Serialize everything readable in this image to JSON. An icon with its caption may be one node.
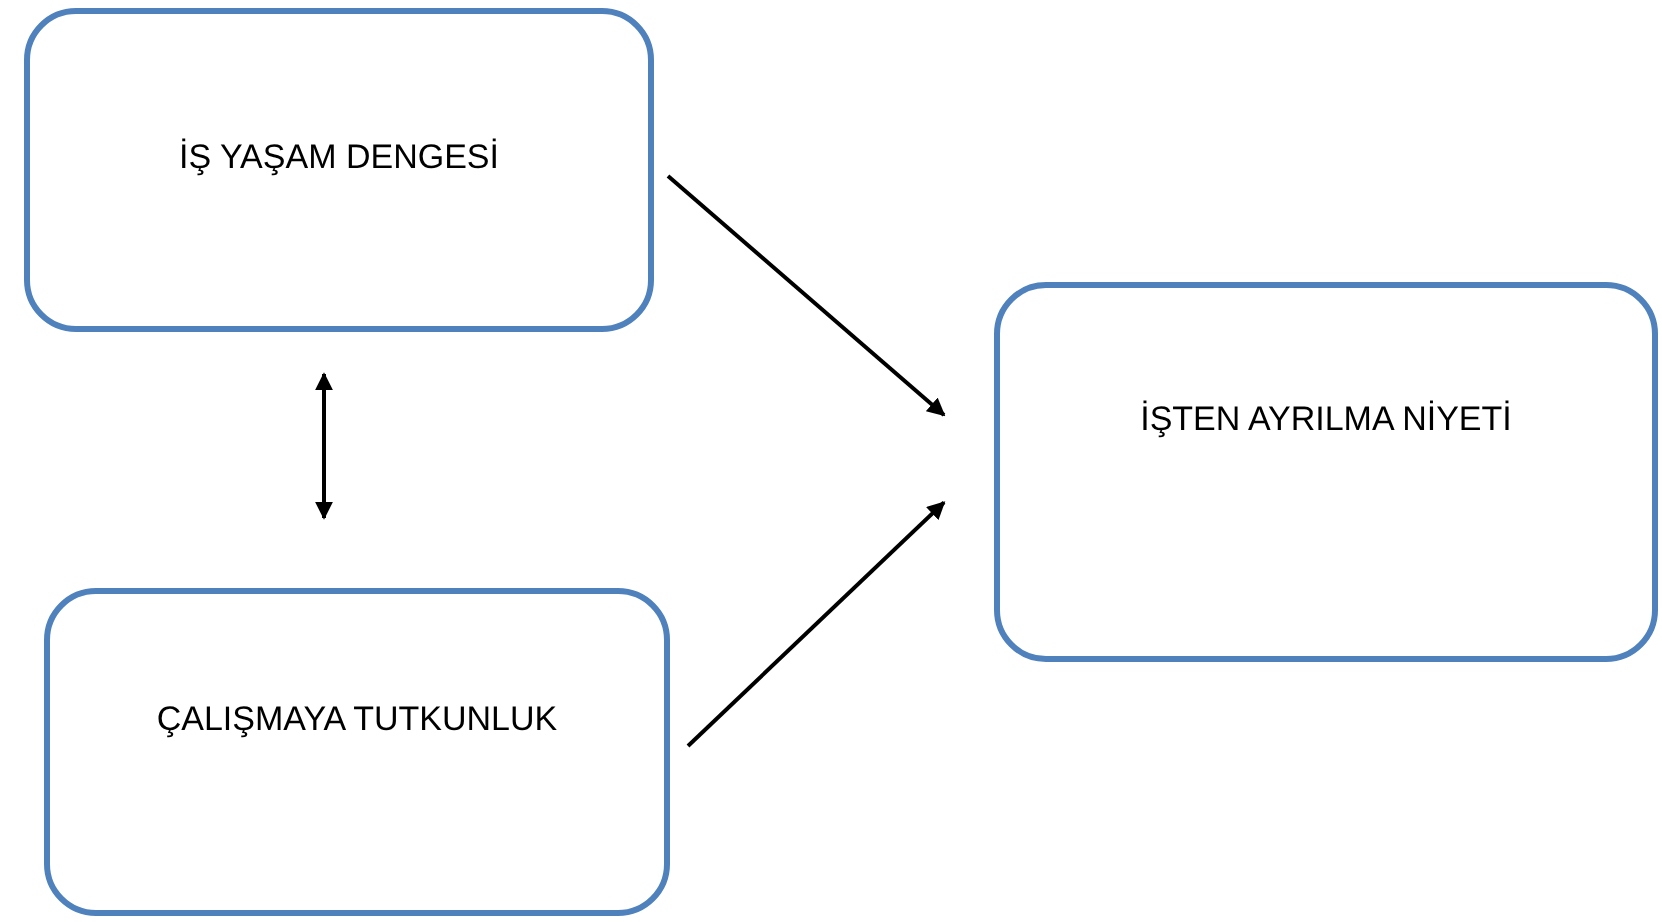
{
  "diagram": {
    "nodes": [
      {
        "text": [
          "İŞ YAŞAM DENGESİ"
        ]
      },
      {
        "text": [
          "ÇALIŞMAYA TUTKUNLUK"
        ]
      },
      {
        "text": [
          "İŞTEN AYRILMA NİYETİ"
        ]
      }
    ],
    "edges": [
      {
        "from": 0,
        "to": 2,
        "arrow": "to"
      },
      {
        "from": 1,
        "to": 2,
        "arrow": "to"
      },
      {
        "from": 0,
        "to": 1,
        "arrow": "both"
      }
    ]
  }
}
